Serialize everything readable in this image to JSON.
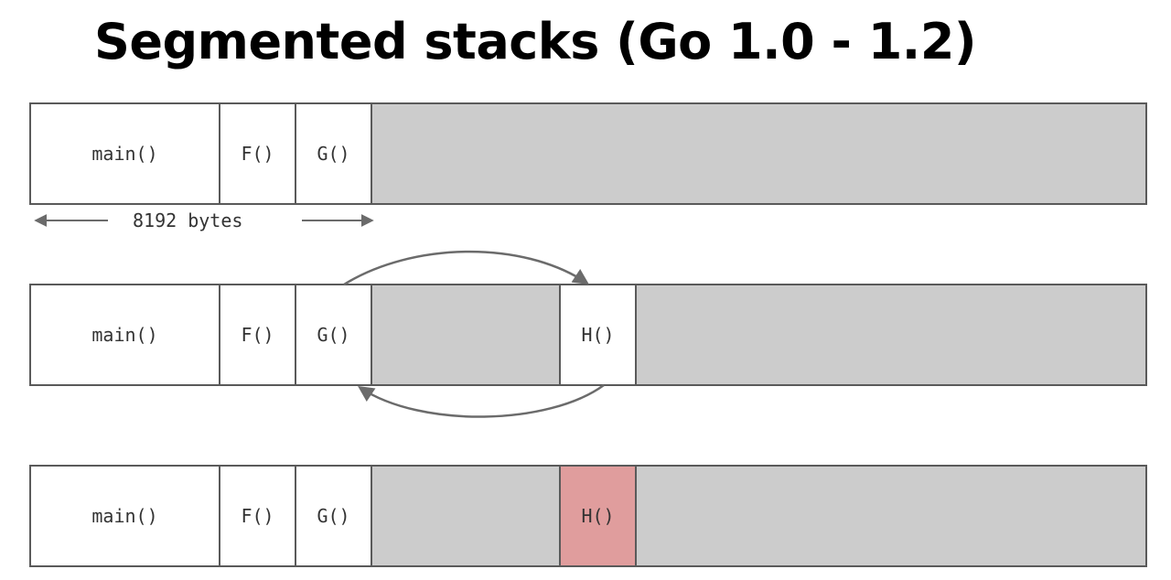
{
  "title": "Segmented stacks (Go 1.0 - 1.2)",
  "size_label": "8192 bytes",
  "rows": [
    {
      "frames": [
        "main()",
        "F()",
        "G()"
      ],
      "extra_frame": ""
    },
    {
      "frames": [
        "main()",
        "F()",
        "G()"
      ],
      "extra_frame": "H()"
    },
    {
      "frames": [
        "main()",
        "F()",
        "G()"
      ],
      "extra_frame": "H()"
    }
  ],
  "colors": {
    "free_space": "#cccccc",
    "frame": "#ffffff",
    "highlight": "#e09d9d",
    "border": "#5a5a5a",
    "arrow": "#6b6b6b"
  }
}
